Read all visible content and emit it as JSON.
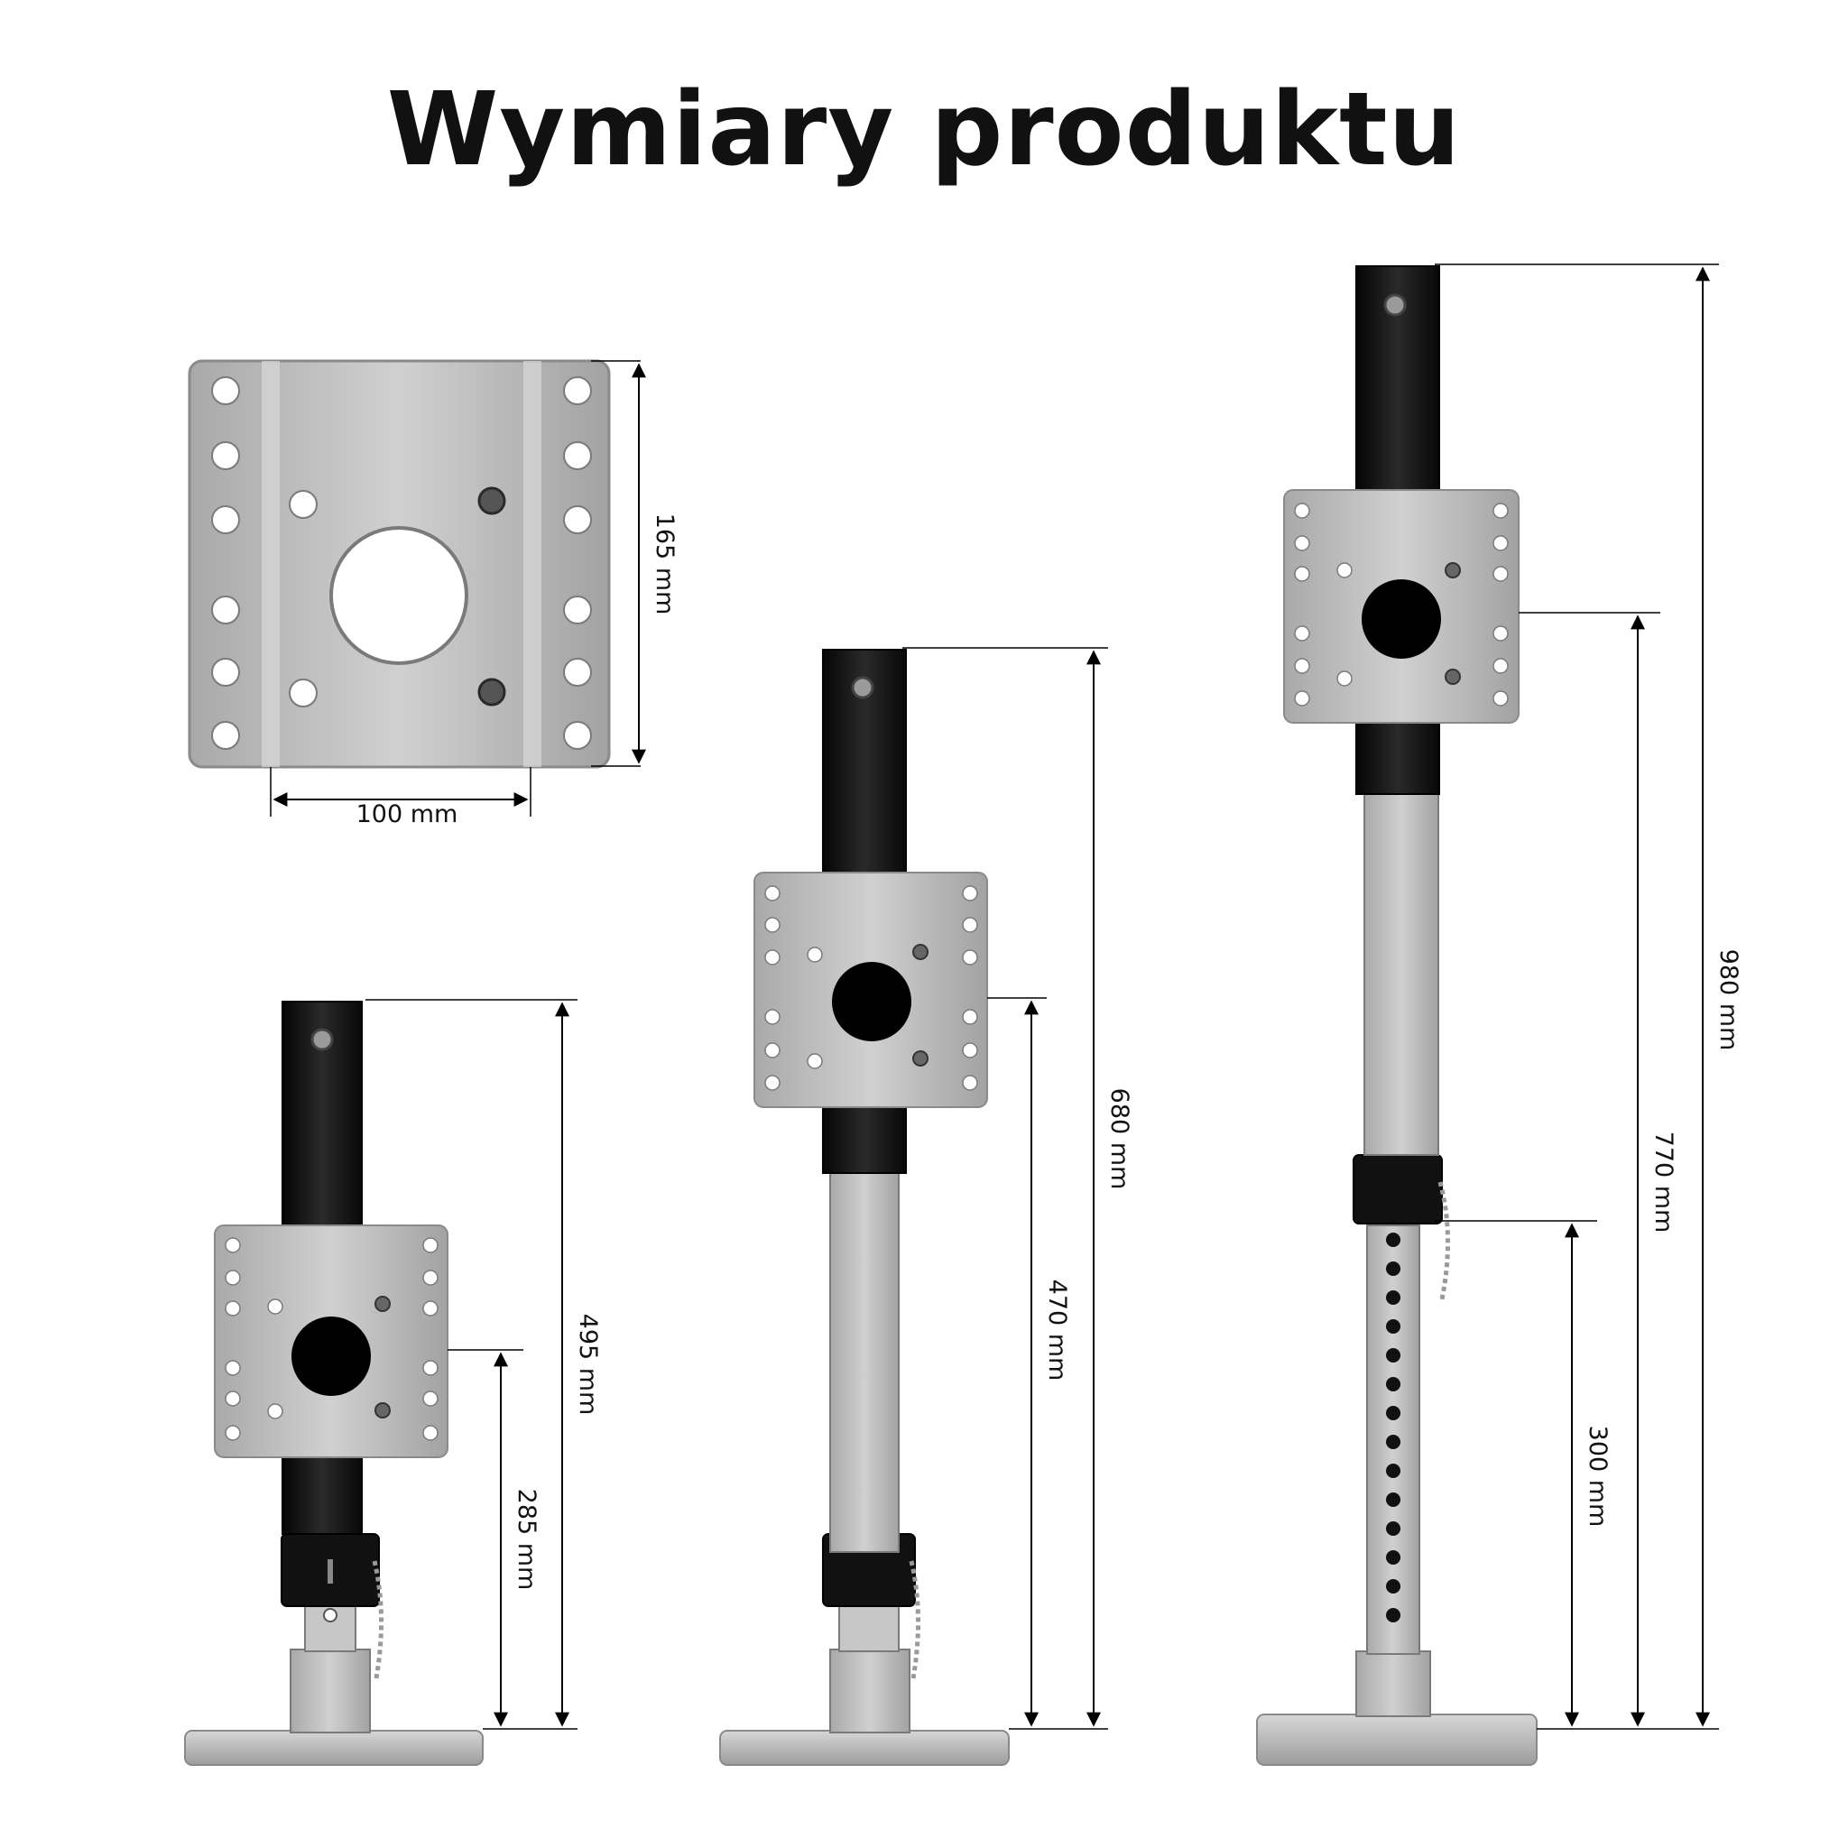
{
  "title": "Wymiary produktu",
  "colors": {
    "metal": "#b9b9b9",
    "metal_dark": "#8f8f8f",
    "tube": "#111111",
    "line": "#000000"
  },
  "plate": {
    "height_label": "165 mm",
    "width_label": "100 mm"
  },
  "supports": [
    {
      "total_label": "495 mm",
      "mount_label": "285 mm"
    },
    {
      "total_label": "680 mm",
      "mount_label": "470 mm"
    },
    {
      "total_label": "980 mm",
      "mount_label": "770 mm",
      "inner_label": "300 mm"
    }
  ]
}
